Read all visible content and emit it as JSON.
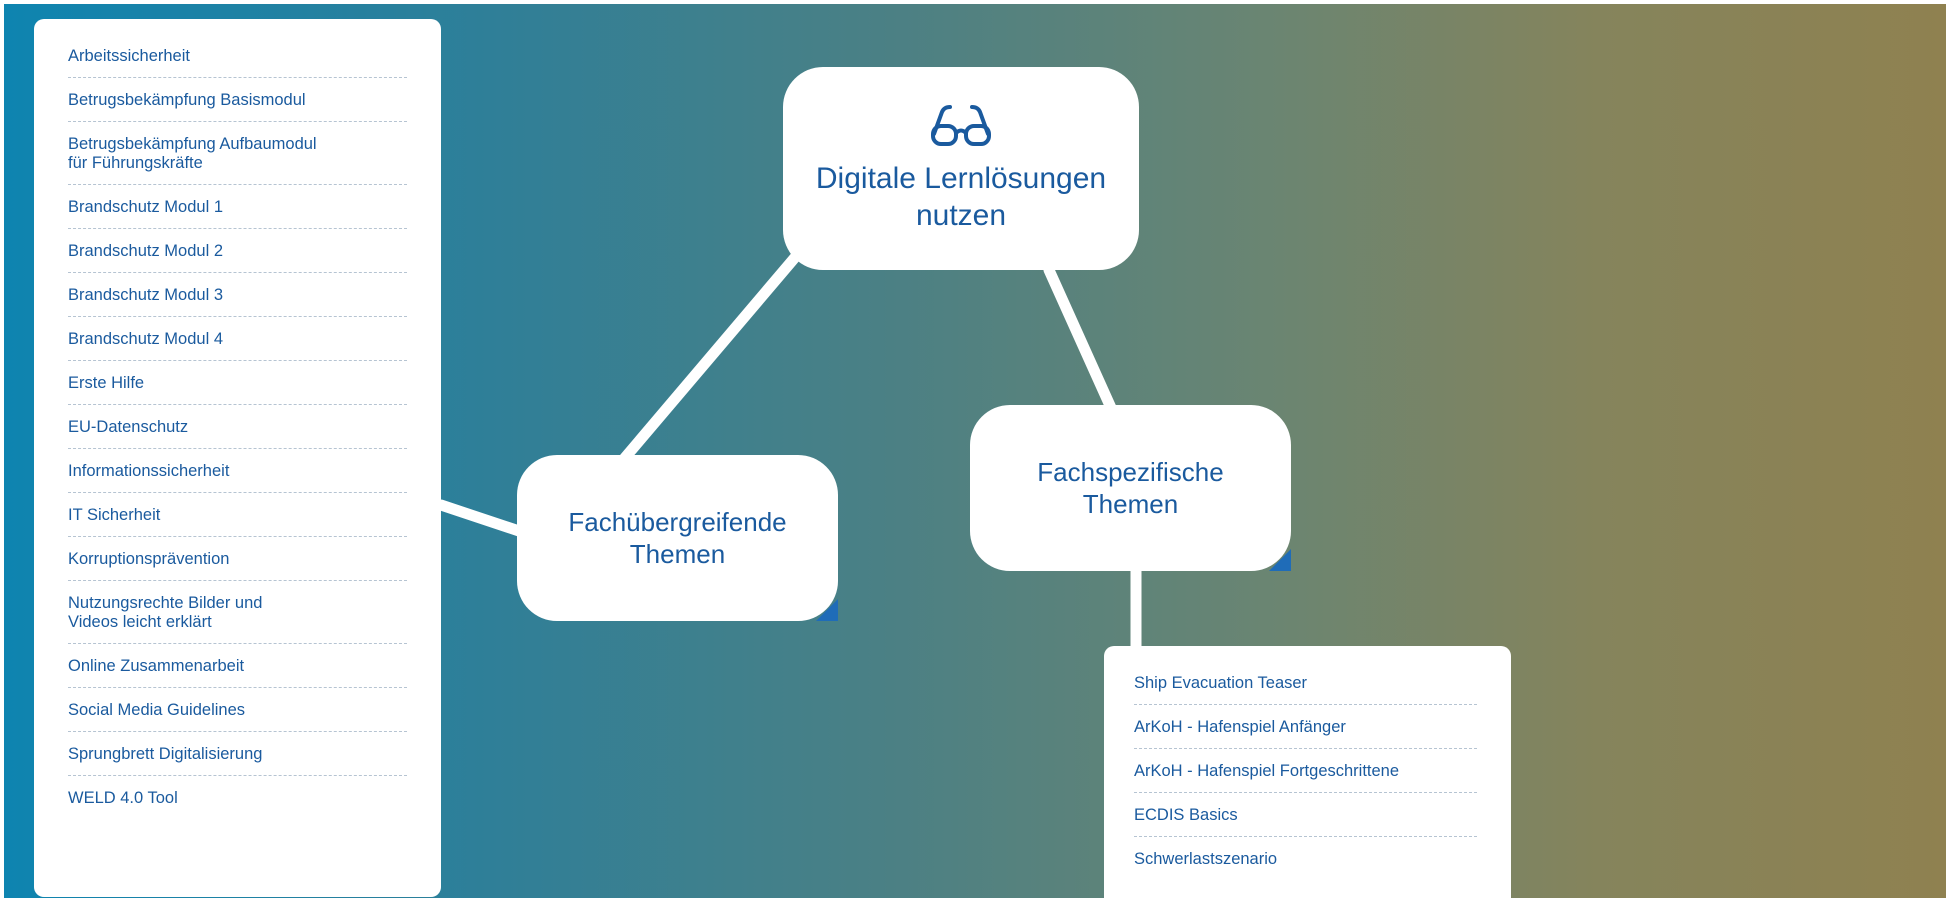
{
  "root": {
    "icon": "glasses-icon",
    "label_line1": "Digitale Lernlösungen",
    "label_line2": "nutzen"
  },
  "left_node": {
    "label_line1": "Fachübergreifende",
    "label_line2": "Themen"
  },
  "right_node": {
    "label_line1": "Fachspezifische",
    "label_line2": "Themen"
  },
  "left_list": [
    "Arbeitssicherheit",
    "Betrugsbekämpfung Basismodul",
    [
      "Betrugsbekämpfung Aufbaumodul",
      "für Führungskräfte"
    ],
    "Brandschutz Modul 1",
    "Brandschutz Modul 2",
    "Brandschutz Modul 3",
    "Brandschutz Modul 4",
    "Erste Hilfe",
    "EU-Datenschutz",
    "Informationssicherheit",
    "IT Sicherheit",
    "Korruptionsprävention",
    [
      "Nutzungsrechte Bilder und",
      "Videos leicht erklärt"
    ],
    "Online Zusammenarbeit",
    "Social Media Guidelines",
    "Sprungbrett Digitalisierung",
    "WELD 4.0 Tool"
  ],
  "right_list": [
    "Ship Evacuation Teaser",
    "ArKoH - Hafenspiel Anfänger",
    "ArKoH - Hafenspiel Fortgeschrittene",
    "ECDIS Basics",
    "Schwerlastszenario"
  ],
  "colors": {
    "text": "#1a5a9e",
    "accent_tab": "#1f6cb8",
    "gradient_left": "#0e84b0",
    "gradient_right": "#8f8150"
  }
}
